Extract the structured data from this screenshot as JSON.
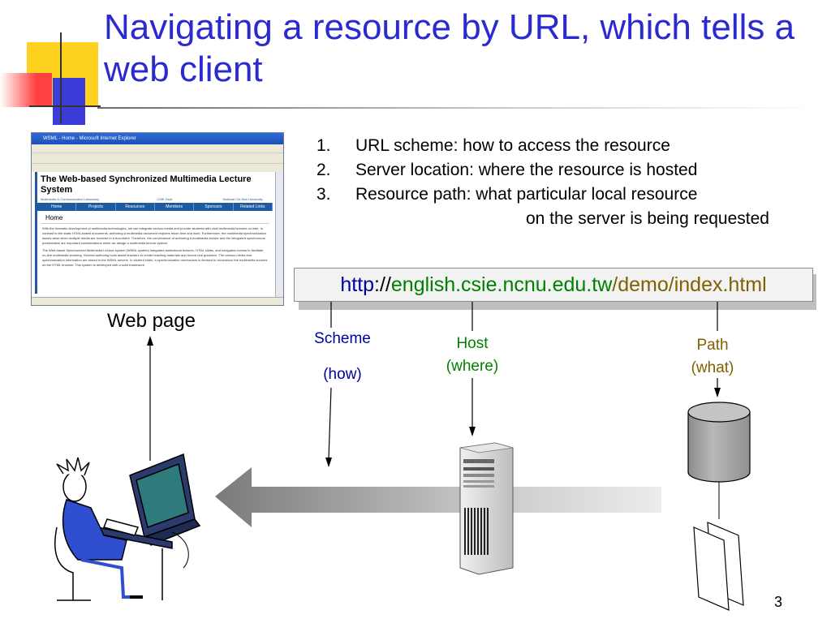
{
  "slide": {
    "title": "Navigating a resource by URL, which tells a web client",
    "page_number": "3"
  },
  "steps": [
    {
      "num": "1.",
      "text": "URL scheme: how to access the resource"
    },
    {
      "num": "2.",
      "text": "Server location: where the resource is hosted"
    },
    {
      "num": "3.",
      "text": "Resource path: what particular local resource",
      "continuation": "on the server is being requested"
    }
  ],
  "url": {
    "scheme": "http",
    "separator": "://",
    "host": "english.csie.ncnu.edu.tw",
    "path": "/demo/index.html"
  },
  "labels": {
    "scheme": "Scheme",
    "scheme_sub": "(how)",
    "host": "Host",
    "host_sub": "(where)",
    "path": "Path",
    "path_sub": "(what)",
    "web_page": "Web page"
  },
  "browser": {
    "window_title": "WSML - Home - Microsoft Internet Explorer",
    "site_title": "The Web-based Synchronized Multimedia Lecture System",
    "sub_left": "Multimedia & Communication Laboratory",
    "sub_mid": "CSIE Dept.",
    "sub_right": "National Chi-Nan University",
    "nav": [
      "Home",
      "Projects",
      "Resources",
      "Members",
      "Sponsors",
      "Related Links"
    ],
    "page_heading": "Home",
    "para1": "With the dramatic development of multimedia technologies, we can integrate various media and provide students with vivid multimedia lectures on web. In contrast to the static HTML-based documents, authoring a multimedia document requires much time and work. Furthermore, the multimedia synchronization issues arise when multiple media are involved in a document. Therefore, the convenience of authoring a multimedia lecture and the integrated synchronous presentation are important considerations when we design a multimedia lecture system.",
    "para2": "The Web-based Synchronized Multimedia Lecture system (WSML system) integrates audiovisual lectures, HTML slides, and navigation events to facilitate on-line multimedia lecturing. Several authoring tools assist teachers to create teaching materials and record oral guidance. The various media and synchronization information are stored in the WSML servers. In student sides, a synchronization mechanism is devised to reconstruct the multimedia lectures on the HTML browser. This system is developed with a solid framework"
  },
  "colors": {
    "title": "#2a2ad0",
    "scheme": "#0000a0",
    "host": "#008000",
    "path": "#806000"
  }
}
